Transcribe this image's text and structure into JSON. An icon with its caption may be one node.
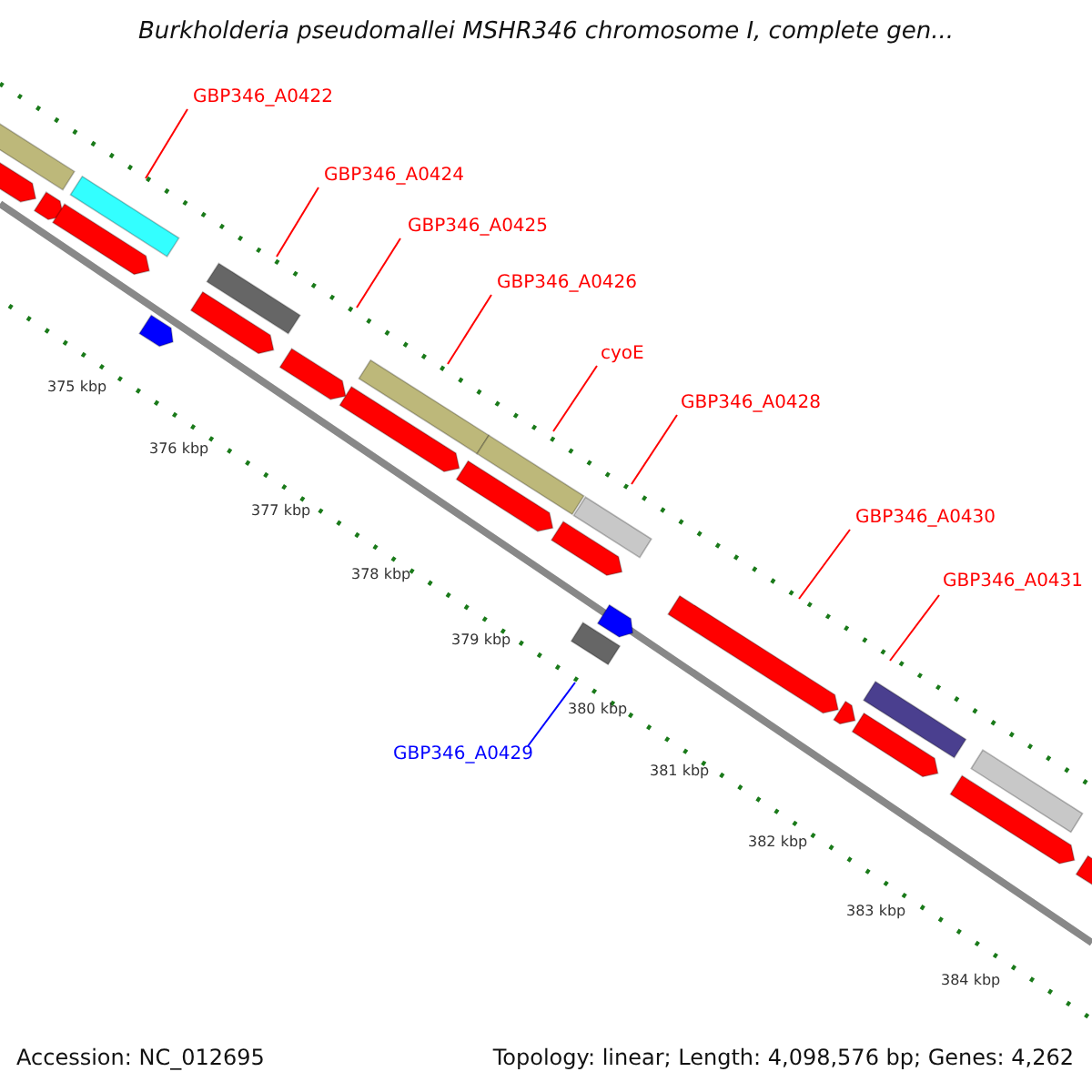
{
  "diagram": {
    "title": "Burkholderia pseudomallei MSHR346 chromosome I, complete gen...",
    "nodes": [
      {
        "text": [
          "GBP346_A0422"
        ]
      },
      {
        "text": [
          "GBP346_A0424"
        ]
      },
      {
        "text": [
          "GBP346_A0425"
        ]
      },
      {
        "text": [
          "GBP346_A0426"
        ]
      },
      {
        "text": [
          "cyoE"
        ]
      },
      {
        "text": [
          "GBP346_A0428"
        ]
      },
      {
        "text": [
          "GBP346_A0430"
        ]
      },
      {
        "text": [
          "GBP346_A0431"
        ]
      },
      {
        "text": [
          "GBP346_A0429"
        ]
      }
    ],
    "edges": [
      {
        "from": 0,
        "to": null,
        "arrow": "none"
      },
      {
        "from": 1,
        "to": null,
        "arrow": "none"
      },
      {
        "from": 2,
        "to": null,
        "arrow": "none"
      },
      {
        "from": 3,
        "to": null,
        "arrow": "none"
      },
      {
        "from": 4,
        "to": null,
        "arrow": "none"
      },
      {
        "from": 5,
        "to": null,
        "arrow": "none"
      },
      {
        "from": 6,
        "to": null,
        "arrow": "none"
      },
      {
        "from": 7,
        "to": null,
        "arrow": "none"
      },
      {
        "from": 8,
        "to": null,
        "arrow": "none",
        "color": "#0000ff"
      }
    ],
    "labels": [
      "375 kbp",
      "376 kbp",
      "377 kbp",
      "378 kbp",
      "379 kbp",
      "380 kbp",
      "381 kbp",
      "382 kbp",
      "383 kbp",
      "384 kbp",
      "Accession: NC_012695",
      "Topology: linear; Length: 4,098,576 bp; Genes: 4,262"
    ]
  }
}
